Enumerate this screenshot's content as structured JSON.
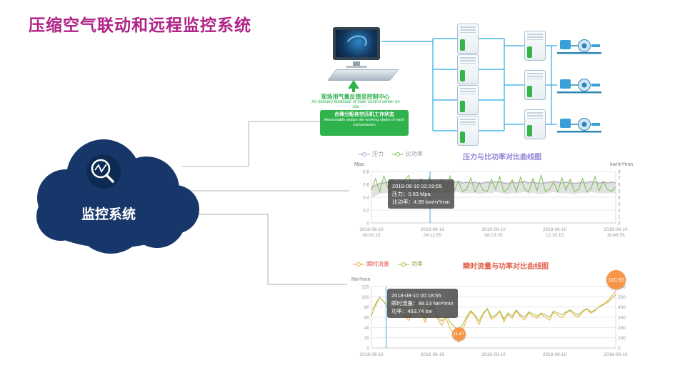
{
  "slide": {
    "title": "压缩空气联动和远程监控系统"
  },
  "cloud": {
    "label": "监控系统"
  },
  "diagram": {
    "feedback_cn": "现场用气量反馈至控制中心",
    "feedback_en": "Air delivery feedback of main control center on site",
    "assign_cn": "合理分配各空压机工作状态",
    "assign_en": "Reasonable assign the working states of each compressors"
  },
  "colors": {
    "title": "#b02386",
    "cloud": "#17376a",
    "diagram_green": "#2eb24c",
    "pipe_blue": "#29abe2",
    "badge_orange": "#f79646"
  },
  "chart_data": [
    {
      "type": "line",
      "title": "压力与比功率对比曲线图",
      "title_color": "#9183d6",
      "legend": [
        {
          "label": "压力",
          "color": "#b3a6c9",
          "text_color": "#999999"
        },
        {
          "label": "比功率",
          "color": "#7bc04a",
          "text_color": "#999999"
        }
      ],
      "y_left": {
        "title": "Mpa",
        "min": 0,
        "max": 0.8,
        "ticks": [
          0,
          0.2,
          0.4,
          0.6,
          0.8
        ]
      },
      "y_right": {
        "title": "kw/m³/min",
        "min": 0,
        "max": 8,
        "ticks": [
          0,
          1,
          2,
          3,
          4,
          5,
          6,
          7,
          8
        ]
      },
      "x_labels": [
        [
          "2018-08-10",
          "00:00:15"
        ],
        [
          "2018-08-10",
          "04:11:55"
        ],
        [
          "2018-08-10",
          "08:23:35"
        ],
        [
          "2018-08-10",
          "12:35:15"
        ],
        [
          "2018-08-10",
          "16:46:55"
        ]
      ],
      "cursor_frac": 0.24,
      "tooltip": [
        "2018-08-10 02:19:55",
        "压力：0.63 Mpa",
        "比功率：4.99 kw/m³/min"
      ],
      "series": [
        {
          "name": "压力",
          "axis": "left",
          "color": "#b3a6c9",
          "values": [
            0.55,
            0.58,
            0.61,
            0.62,
            0.63,
            0.62,
            0.63,
            0.64,
            0.62,
            0.63,
            0.61,
            0.62,
            0.63,
            0.62,
            0.64,
            0.63,
            0.62,
            0.63,
            0.61,
            0.62,
            0.63,
            0.64,
            0.62,
            0.63,
            0.62,
            0.63,
            0.61,
            0.62,
            0.63,
            0.62,
            0.64,
            0.63,
            0.62,
            0.61,
            0.63,
            0.62,
            0.63,
            0.64,
            0.62,
            0.63,
            0.62,
            0.61,
            0.62,
            0.63,
            0.64,
            0.63,
            0.62,
            0.63,
            0.62,
            0.61,
            0.62,
            0.63,
            0.62,
            0.64,
            0.63,
            0.62,
            0.63,
            0.62,
            0.63,
            0.62
          ]
        },
        {
          "name": "比功率",
          "axis": "right",
          "color": "#7bc04a",
          "values": [
            5.1,
            6.9,
            4.8,
            7.3,
            5.4,
            6.8,
            4.9,
            5.0,
            6.6,
            7.4,
            5.1,
            4.8,
            6.9,
            5.2,
            7.1,
            4.9,
            5.3,
            6.8,
            4.7,
            7.3,
            5.0,
            6.5,
            4.9,
            5.2,
            7.0,
            4.8,
            6.3,
            5.1,
            4.9,
            6.8,
            5.2,
            7.2,
            4.8,
            5.4,
            6.7,
            4.9,
            7.1,
            5.3,
            4.8,
            6.9,
            5.0,
            7.4,
            4.9,
            5.2,
            6.4,
            4.8,
            7.0,
            5.1,
            6.8,
            4.9,
            5.2,
            6.9,
            4.8,
            5.3,
            7.2,
            5.0,
            6.5,
            5.2,
            4.9,
            5.6
          ]
        }
      ]
    },
    {
      "type": "line",
      "title": "瞬时流量与功率对比曲线图",
      "title_color": "#e0614b",
      "legend": [
        {
          "label": "瞬时流量",
          "color": "#f2a93b",
          "text_color": "#e0514d"
        },
        {
          "label": "功率",
          "color": "#9cc13c",
          "text_color": "#7cae3f"
        }
      ],
      "y_left": {
        "title": "Nm³/min",
        "min": 0,
        "max": 120,
        "ticks": [
          0,
          20,
          40,
          60,
          80,
          100,
          120
        ]
      },
      "y_right": {
        "title": "",
        "min": 0,
        "max": 600,
        "ticks": [
          0,
          100,
          200,
          300,
          400,
          500,
          600
        ]
      },
      "x_labels": [
        [
          "2018-08-10"
        ],
        [
          "2018-08-10"
        ],
        [
          "2018-08-10"
        ],
        [
          "2018-08-10"
        ],
        [
          "2018-08-10"
        ]
      ],
      "cursor_frac": 0.06,
      "tooltip": [
        "2018-08-10 00:18:55",
        "瞬时流量：99.13 Nm³/min",
        "功率：493.74 kw"
      ],
      "badges": {
        "max": "110.55",
        "min": "11.87"
      },
      "series": [
        {
          "name": "瞬时流量",
          "axis": "left",
          "color": "#f2a93b",
          "values": [
            74,
            82,
            99.13,
            90,
            78,
            64,
            88,
            93,
            61,
            54,
            71,
            95,
            67,
            50,
            77,
            86,
            56,
            44,
            59,
            38,
            27,
            11.87,
            34,
            56,
            71,
            61,
            46,
            66,
            76,
            56,
            61,
            71,
            51,
            66,
            58,
            72,
            61,
            55,
            68,
            62,
            58,
            66,
            60,
            54,
            70,
            64,
            59,
            68,
            73,
            64,
            60,
            70,
            76,
            68,
            73,
            81,
            86,
            92,
            101,
            110.55
          ]
        },
        {
          "name": "功率",
          "axis": "right",
          "color": "#9cc13c",
          "values": [
            310,
            432,
            493.74,
            455,
            392,
            348,
            408,
            436,
            322,
            298,
            362,
            448,
            352,
            282,
            385,
            402,
            302,
            262,
            322,
            252,
            205,
            178,
            225,
            305,
            365,
            322,
            262,
            342,
            385,
            302,
            322,
            362,
            282,
            342,
            312,
            372,
            322,
            302,
            352,
            332,
            312,
            342,
            322,
            302,
            362,
            342,
            322,
            352,
            372,
            342,
            322,
            362,
            385,
            352,
            372,
            402,
            422,
            442,
            482,
            518
          ]
        }
      ]
    }
  ]
}
